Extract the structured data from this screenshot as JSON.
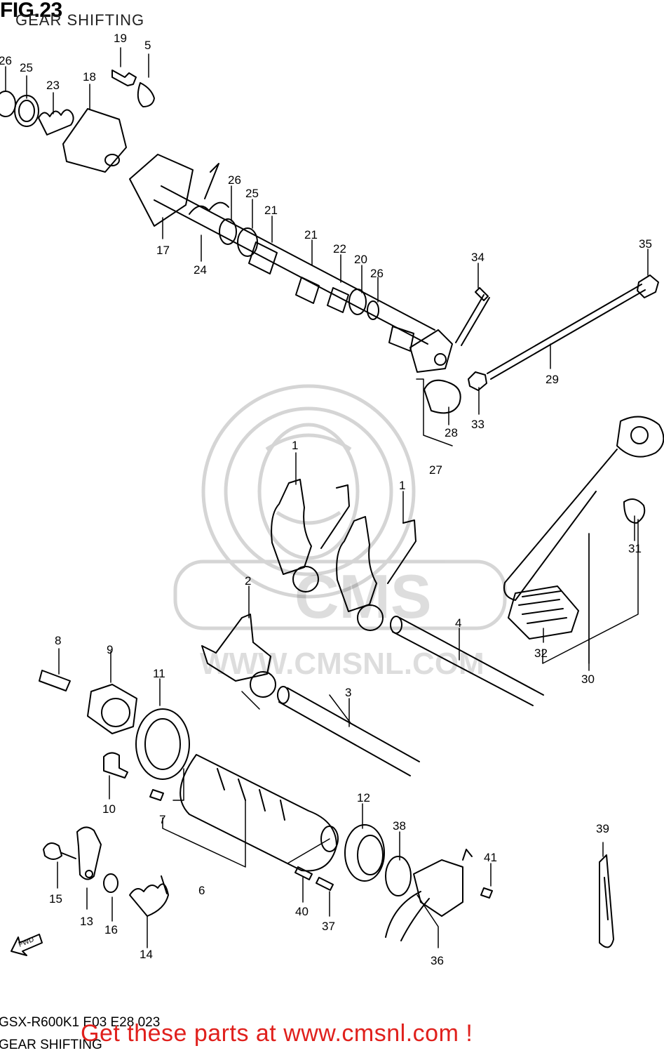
{
  "figure": {
    "title": "FIG.23",
    "subtitle": "GEAR SHIFTING",
    "code": "GSX-R600K1 E03 E28 023",
    "name": "GEAR SHIFTING",
    "direction_label": "FWD"
  },
  "watermark": {
    "text": "WWW.CMSNL.COM",
    "logo": "CMS"
  },
  "promo": {
    "text": "Get these parts at www.cmsnl.com !",
    "color": "#e0201c"
  },
  "callouts": [
    "26",
    "25",
    "23",
    "18",
    "19",
    "5",
    "17",
    "24",
    "26",
    "25",
    "21",
    "21",
    "22",
    "20",
    "26",
    "34",
    "35",
    "29",
    "33",
    "28",
    "27",
    "1",
    "1",
    "2",
    "4",
    "3",
    "8",
    "9",
    "11",
    "10",
    "7",
    "6",
    "12",
    "38",
    "39",
    "41",
    "15",
    "13",
    "16",
    "14",
    "40",
    "37",
    "36",
    "31",
    "32",
    "30"
  ]
}
